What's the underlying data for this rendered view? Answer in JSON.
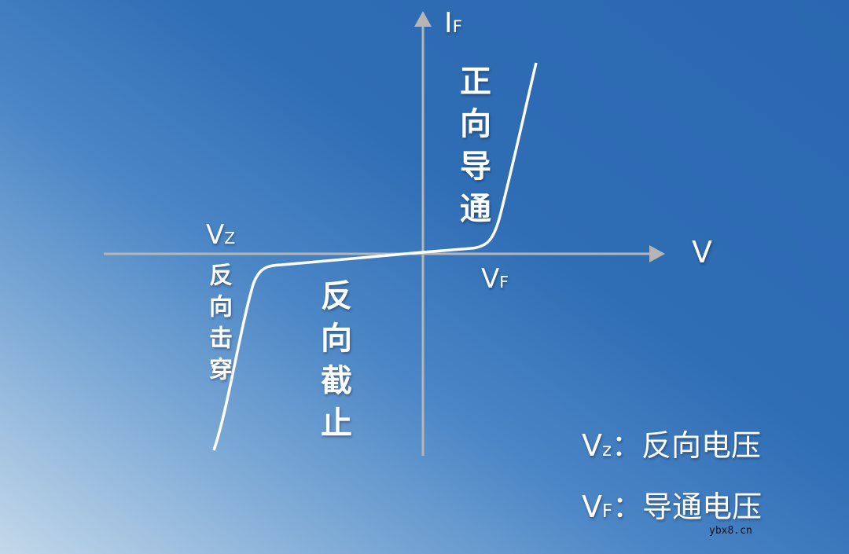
{
  "axes": {
    "y_label": "I",
    "y_sub": "F",
    "x_label": "V"
  },
  "points": {
    "vz_main": "V",
    "vz_sub": "Z",
    "vf_main": "V",
    "vf_sub": "F"
  },
  "regions": {
    "forward": "正向导通",
    "reverse_cutoff": "反向截止",
    "breakdown": "反向击穿"
  },
  "legend": [
    {
      "main": "V",
      "sub": "z",
      "text": "：反向电压"
    },
    {
      "main": "V",
      "sub": "F",
      "text": "：导通电压"
    }
  ],
  "watermark": "ybx8.cn",
  "colors": {
    "axis": "#b0b0b0",
    "curve": "#ffffff"
  }
}
